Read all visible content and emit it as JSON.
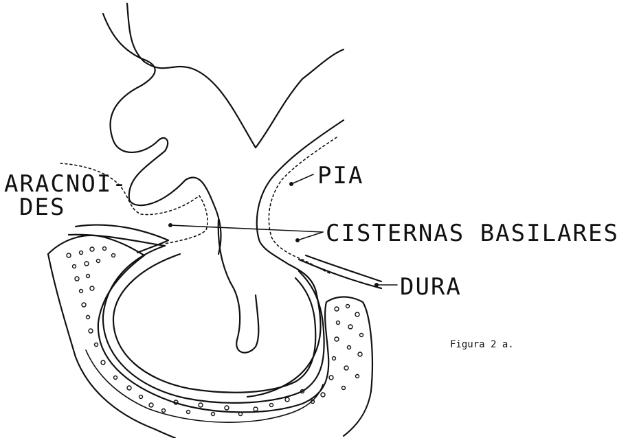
{
  "labels": {
    "aracnoides_line1": "ARACNOI-",
    "aracnoides_line2": "DES",
    "pia": "PIA",
    "cisternas": "CISTERNAS BASILARES",
    "dura": "DURA",
    "caption": "Figura 2 a."
  }
}
